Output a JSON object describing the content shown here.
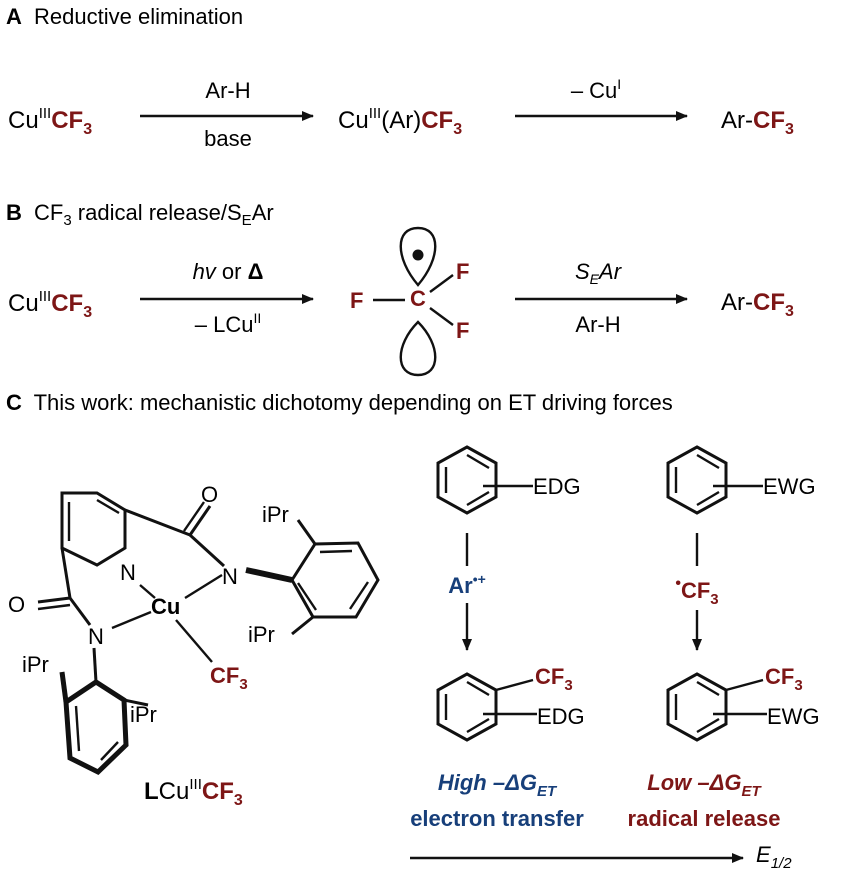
{
  "colors": {
    "red": "#7d1616",
    "blue": "#173f7a",
    "black": "#111111"
  },
  "panel_a": {
    "letter": "A",
    "title": "Reductive elimination",
    "start": {
      "metal": "Cu",
      "ox": "III",
      "group": "CF",
      "sub": "3"
    },
    "arrow1": {
      "above": "Ar-H",
      "below": "base"
    },
    "intermediate": {
      "metal": "Cu",
      "ox": "III",
      "ligand": "(Ar)",
      "group": "CF",
      "sub": "3"
    },
    "arrow2": {
      "above_prefix": "– Cu",
      "above_sup": "I"
    },
    "product": {
      "prefix": "Ar-",
      "group": "CF",
      "sub": "3"
    }
  },
  "panel_b": {
    "letter": "B",
    "title_pre": "CF",
    "title_sub": "3",
    "title_mid": " radical release/S",
    "title_sub2": "E",
    "title_post": "Ar",
    "start": {
      "metal": "Cu",
      "ox": "III",
      "group": "CF",
      "sub": "3"
    },
    "arrow1": {
      "above_italic": "hv",
      "above_text": " or ",
      "above_symbol": "Δ",
      "below_prefix": "– LCu",
      "below_sup": "II"
    },
    "radical": {
      "center": "C",
      "f1": "F",
      "f2": "F",
      "f3": "F"
    },
    "arrow2": {
      "above_pre": "S",
      "above_sub": "E",
      "above_post": "Ar",
      "below": "Ar-H"
    },
    "product": {
      "prefix": "Ar-",
      "group": "CF",
      "sub": "3"
    }
  },
  "panel_c": {
    "letter": "C",
    "title": "This work: mechanistic dichotomy depending on ET driving forces",
    "complex": {
      "o1": "O",
      "o2": "O",
      "n_py": "N",
      "n1": "N",
      "n2": "N",
      "cu": "Cu",
      "ipr_top": "iPr",
      "ipr_mid": "iPr",
      "ipr_left": "iPr",
      "ipr_bottom": "iPr",
      "cf3": "CF",
      "cf3_sub": "3",
      "label_L": "L",
      "label_metal": "Cu",
      "label_ox": "III",
      "label_group": "CF",
      "label_sub": "3"
    },
    "left_path": {
      "substituent": "EDG",
      "intermediate": "Ar",
      "intermediate_sup": "•+",
      "product_group": "CF",
      "product_sub": "3",
      "product_sub_group": "EDG",
      "caption_bold": "High",
      "caption_rest": " –ΔG",
      "caption_sub": "ET",
      "caption2": "electron transfer"
    },
    "right_path": {
      "substituent": "EWG",
      "intermediate_dot": "•",
      "intermediate": "CF",
      "intermediate_sub": "3",
      "product_group": "CF",
      "product_sub": "3",
      "product_sub_group": "EWG",
      "caption_bold": "Low",
      "caption_rest": " –ΔG",
      "caption_sub": "ET",
      "caption2": "radical release"
    },
    "axis": {
      "label": "E",
      "label_sub": "1/2"
    }
  }
}
